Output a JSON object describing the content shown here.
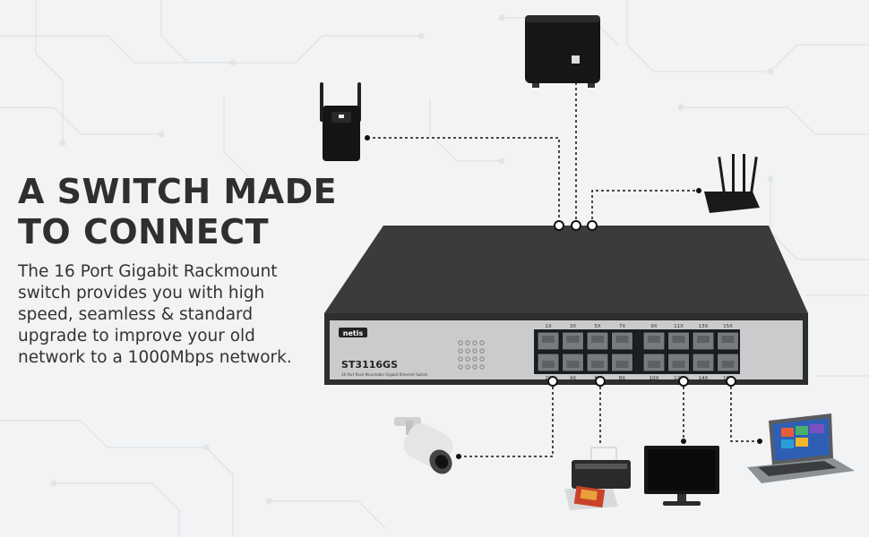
{
  "headline": {
    "line1": "A SWITCH MADE",
    "line2": "TO CONNECT"
  },
  "description": "The 16 Port Gigabit Rackmount switch provides you with high speed, seamless & standard upgrade to improve your old network to a 1000Mbps network.",
  "switch": {
    "brand": "netis",
    "model": "ST3116GS",
    "subtitle": "16 Port Rack-Mountable Gigabit Ethernet Switch",
    "port_labels_top": [
      "1X",
      "3X",
      "5X",
      "7X",
      "9X",
      "11X",
      "13X",
      "15X"
    ],
    "port_labels_bottom": [
      "2X",
      "4X",
      "6X",
      "8X",
      "10X",
      "12X",
      "14X",
      "16X"
    ]
  },
  "devices": {
    "top": [
      "wifi-extender-icon",
      "subwoofer-icon",
      "wireless-router-icon"
    ],
    "bottom": [
      "security-camera-icon",
      "printer-icon",
      "monitor-icon",
      "laptop-icon"
    ]
  },
  "colors": {
    "text": "#2f2f2f",
    "switch_body": "#3a3b3d",
    "panel": "#c9cbcd",
    "connector": "#111111"
  }
}
